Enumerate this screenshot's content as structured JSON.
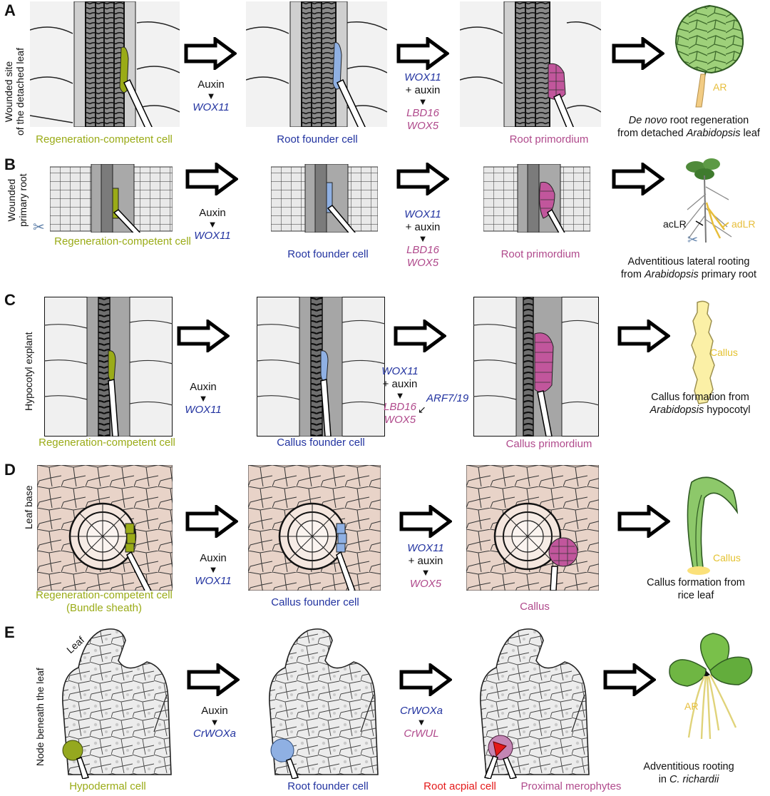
{
  "colors": {
    "competent": "#9aab17",
    "founder_fill": "#8fb0e3",
    "founder_text": "#2233a0",
    "primordium": "#c1569c",
    "primordium_text": "#b04a8c",
    "callus_text": "#e4c230",
    "ar_text": "#e7be3b",
    "apical": "#e41a1a",
    "leaf_green": "#8dc86a",
    "beige": "#e8d3c8"
  },
  "panels": [
    {
      "letter": "A",
      "side_label": [
        "Wounded site",
        "of the detached leaf"
      ],
      "cap1": "Regeneration-competent cell",
      "cap2": "Root founder cell",
      "cap3": "Root primordium",
      "casc1": [
        "Auxin",
        "WOX11"
      ],
      "casc2": [
        "WOX11",
        "+ auxin",
        "LBD16",
        "WOX5"
      ],
      "outcome_label": "AR",
      "outcome_caption": [
        "De novo",
        " root regeneration",
        "from detached ",
        "Arabidopsis",
        " leaf"
      ]
    },
    {
      "letter": "B",
      "side_label": [
        "Wounded",
        "primary root"
      ],
      "cap1": "Regeneration-competent cell",
      "cap2": "Root founder cell",
      "cap3": "Root primordium",
      "casc1": [
        "Auxin",
        "WOX11"
      ],
      "casc2": [
        "WOX11",
        "+ auxin",
        "LBD16",
        "WOX5"
      ],
      "outcome_label_a": "acLR",
      "outcome_label_b": "adLR",
      "outcome_caption": [
        "Adventitious lateral rooting",
        "from ",
        "Arabidopsis",
        " primary root"
      ]
    },
    {
      "letter": "C",
      "side_label": [
        "Hypocotyl explant"
      ],
      "cap1": "Regeneration-competent cell",
      "cap2": "Callus founder cell",
      "cap3": "Callus primordium",
      "casc1": [
        "Auxin",
        "WOX11"
      ],
      "casc2": [
        "WOX11",
        "+ auxin",
        "LBD16",
        "WOX5"
      ],
      "casc2_extra": "ARF7/19",
      "outcome_label": "Callus",
      "outcome_caption": [
        "Callus formation from",
        "Arabidopsis",
        " hypocotyl"
      ]
    },
    {
      "letter": "D",
      "side_label": [
        "Leaf base"
      ],
      "cap1": [
        "Regeneration-competent cell",
        "(Bundle sheath)"
      ],
      "cap2": "Callus founder cell",
      "cap3": "Callus",
      "casc1": [
        "Auxin",
        "WOX11"
      ],
      "casc2": [
        "WOX11",
        "+ auxin",
        "WOX5"
      ],
      "outcome_label": "Callus",
      "outcome_caption": [
        "Callus formation from",
        "rice leaf"
      ]
    },
    {
      "letter": "E",
      "side_label": [
        "Node beneath the leaf"
      ],
      "leaf_label": "Leaf",
      "cap1": "Hypodermal cell",
      "cap2": "Root founder cell",
      "cap3a": "Root acpial cell",
      "cap3b": "Proximal merophytes",
      "casc1": [
        "Auxin",
        "CrWOXa"
      ],
      "casc2": [
        "CrWOXa",
        "CrWUL"
      ],
      "outcome_label": "AR",
      "outcome_caption": [
        "Adventitious rooting",
        "in ",
        "C. richardii"
      ]
    }
  ]
}
